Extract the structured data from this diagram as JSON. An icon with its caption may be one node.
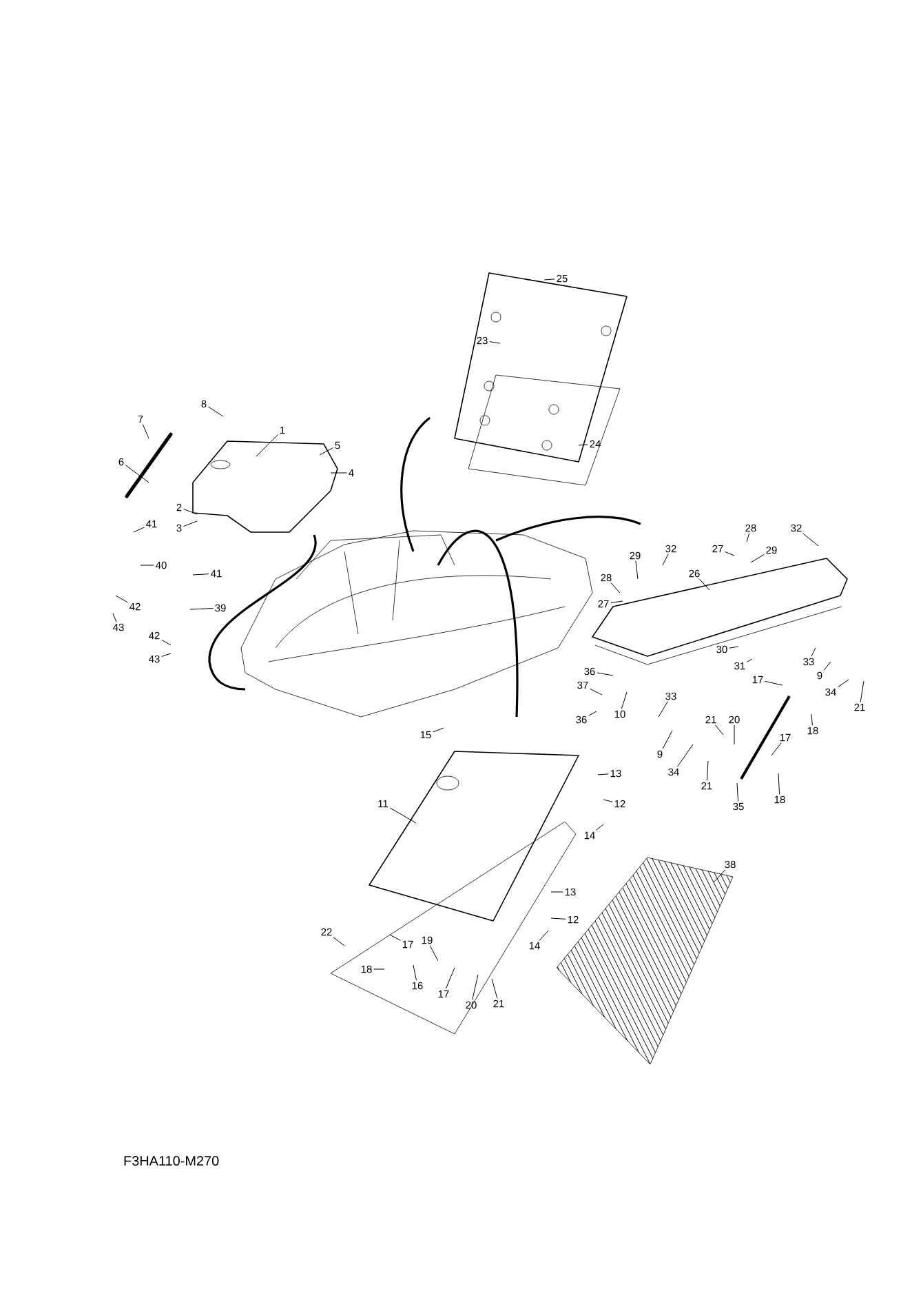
{
  "diagram": {
    "nodes": [
      {
        "text": [
          "1"
        ]
      },
      {
        "text": [
          "2"
        ]
      },
      {
        "text": [
          "3"
        ]
      },
      {
        "text": [
          "4"
        ]
      },
      {
        "text": [
          "5"
        ]
      },
      {
        "text": [
          "6"
        ]
      },
      {
        "text": [
          "7"
        ]
      },
      {
        "text": [
          "8"
        ]
      },
      {
        "text": [
          "41"
        ]
      },
      {
        "text": [
          "40"
        ]
      },
      {
        "text": [
          "41"
        ]
      },
      {
        "text": [
          "39"
        ]
      },
      {
        "text": [
          "42"
        ]
      },
      {
        "text": [
          "43"
        ]
      },
      {
        "text": [
          "42"
        ]
      },
      {
        "text": [
          "43"
        ]
      },
      {
        "text": [
          "25"
        ]
      },
      {
        "text": [
          "23"
        ]
      },
      {
        "text": [
          "24"
        ]
      },
      {
        "text": [
          "28"
        ]
      },
      {
        "text": [
          "27"
        ]
      },
      {
        "text": [
          "29"
        ]
      },
      {
        "text": [
          "32"
        ]
      },
      {
        "text": [
          "29"
        ]
      },
      {
        "text": [
          "28"
        ]
      },
      {
        "text": [
          "27"
        ]
      },
      {
        "text": [
          "32"
        ]
      },
      {
        "text": [
          "26"
        ]
      },
      {
        "text": [
          "30"
        ]
      },
      {
        "text": [
          "31"
        ]
      },
      {
        "text": [
          "33"
        ]
      },
      {
        "text": [
          "9"
        ]
      },
      {
        "text": [
          "34"
        ]
      },
      {
        "text": [
          "21"
        ]
      },
      {
        "text": [
          "36"
        ]
      },
      {
        "text": [
          "37"
        ]
      },
      {
        "text": [
          "10"
        ]
      },
      {
        "text": [
          "36"
        ]
      },
      {
        "text": [
          "33"
        ]
      },
      {
        "text": [
          "17"
        ]
      },
      {
        "text": [
          "18"
        ]
      },
      {
        "text": [
          "9"
        ]
      },
      {
        "text": [
          "34"
        ]
      },
      {
        "text": [
          "21"
        ]
      },
      {
        "text": [
          "21"
        ]
      },
      {
        "text": [
          "20"
        ]
      },
      {
        "text": [
          "17"
        ]
      },
      {
        "text": [
          "18"
        ]
      },
      {
        "text": [
          "35"
        ]
      },
      {
        "text": [
          "15"
        ]
      },
      {
        "text": [
          "11"
        ]
      },
      {
        "text": [
          "13"
        ]
      },
      {
        "text": [
          "12"
        ]
      },
      {
        "text": [
          "14"
        ]
      },
      {
        "text": [
          "13"
        ]
      },
      {
        "text": [
          "12"
        ]
      },
      {
        "text": [
          "38"
        ]
      },
      {
        "text": [
          "14"
        ]
      },
      {
        "text": [
          "22"
        ]
      },
      {
        "text": [
          "17"
        ]
      },
      {
        "text": [
          "19"
        ]
      },
      {
        "text": [
          "18"
        ]
      },
      {
        "text": [
          "16"
        ]
      },
      {
        "text": [
          "17"
        ]
      },
      {
        "text": [
          "20"
        ]
      },
      {
        "text": [
          "21"
        ]
      }
    ],
    "edges": [
      {
        "from": 0,
        "to": null,
        "arrow": "none"
      },
      {
        "from": 1,
        "to": null,
        "arrow": "none"
      },
      {
        "from": 2,
        "to": null,
        "arrow": "none"
      },
      {
        "from": 3,
        "to": null,
        "arrow": "none"
      },
      {
        "from": 4,
        "to": null,
        "arrow": "none"
      },
      {
        "from": 5,
        "to": null,
        "arrow": "none"
      },
      {
        "from": 6,
        "to": null,
        "arrow": "none"
      },
      {
        "from": 7,
        "to": null,
        "arrow": "none"
      },
      {
        "from": 8,
        "to": null,
        "arrow": "none"
      },
      {
        "from": 9,
        "to": null,
        "arrow": "none"
      },
      {
        "from": 10,
        "to": null,
        "arrow": "none"
      },
      {
        "from": 11,
        "to": null,
        "arrow": "none"
      },
      {
        "from": 12,
        "to": null,
        "arrow": "none"
      },
      {
        "from": 13,
        "to": null,
        "arrow": "none"
      },
      {
        "from": 14,
        "to": null,
        "arrow": "none"
      },
      {
        "from": 15,
        "to": null,
        "arrow": "none"
      },
      {
        "from": 16,
        "to": null,
        "arrow": "none"
      },
      {
        "from": 17,
        "to": null,
        "arrow": "none"
      },
      {
        "from": 18,
        "to": null,
        "arrow": "none"
      },
      {
        "from": 19,
        "to": null,
        "arrow": "none"
      },
      {
        "from": 20,
        "to": null,
        "arrow": "none"
      },
      {
        "from": 21,
        "to": null,
        "arrow": "none"
      },
      {
        "from": 22,
        "to": null,
        "arrow": "none"
      },
      {
        "from": 23,
        "to": null,
        "arrow": "none"
      },
      {
        "from": 24,
        "to": null,
        "arrow": "none"
      },
      {
        "from": 25,
        "to": null,
        "arrow": "none"
      },
      {
        "from": 26,
        "to": null,
        "arrow": "none"
      },
      {
        "from": 27,
        "to": null,
        "arrow": "none"
      },
      {
        "from": 28,
        "to": null,
        "arrow": "none"
      },
      {
        "from": 29,
        "to": null,
        "arrow": "none"
      },
      {
        "from": 30,
        "to": null,
        "arrow": "none"
      },
      {
        "from": 31,
        "to": null,
        "arrow": "none"
      },
      {
        "from": 32,
        "to": null,
        "arrow": "none"
      },
      {
        "from": 33,
        "to": null,
        "arrow": "none"
      },
      {
        "from": 34,
        "to": null,
        "arrow": "none"
      },
      {
        "from": 35,
        "to": null,
        "arrow": "none"
      },
      {
        "from": 36,
        "to": null,
        "arrow": "none"
      },
      {
        "from": 37,
        "to": null,
        "arrow": "none"
      },
      {
        "from": 38,
        "to": null,
        "arrow": "none"
      },
      {
        "from": 39,
        "to": null,
        "arrow": "none"
      },
      {
        "from": 40,
        "to": null,
        "arrow": "none"
      },
      {
        "from": 41,
        "to": null,
        "arrow": "none"
      },
      {
        "from": 42,
        "to": null,
        "arrow": "none"
      },
      {
        "from": 43,
        "to": null,
        "arrow": "none"
      },
      {
        "from": 44,
        "to": null,
        "arrow": "none"
      },
      {
        "from": 45,
        "to": null,
        "arrow": "none"
      },
      {
        "from": 46,
        "to": null,
        "arrow": "none"
      },
      {
        "from": 47,
        "to": null,
        "arrow": "none"
      },
      {
        "from": 48,
        "to": null,
        "arrow": "none"
      },
      {
        "from": 49,
        "to": null,
        "arrow": "none"
      },
      {
        "from": 50,
        "to": null,
        "arrow": "none"
      },
      {
        "from": 51,
        "to": null,
        "arrow": "none"
      },
      {
        "from": 52,
        "to": null,
        "arrow": "none"
      },
      {
        "from": 53,
        "to": null,
        "arrow": "none"
      },
      {
        "from": 54,
        "to": null,
        "arrow": "none"
      },
      {
        "from": 55,
        "to": null,
        "arrow": "none"
      },
      {
        "from": 56,
        "to": null,
        "arrow": "none"
      },
      {
        "from": 57,
        "to": null,
        "arrow": "none"
      },
      {
        "from": 58,
        "to": null,
        "arrow": "none"
      },
      {
        "from": 59,
        "to": null,
        "arrow": "none"
      },
      {
        "from": 60,
        "to": null,
        "arrow": "none"
      },
      {
        "from": 61,
        "to": null,
        "arrow": "none"
      },
      {
        "from": 62,
        "to": null,
        "arrow": "none"
      },
      {
        "from": 63,
        "to": null,
        "arrow": "none"
      },
      {
        "from": 64,
        "to": null,
        "arrow": "none"
      },
      {
        "from": 65,
        "to": null,
        "arrow": "none"
      }
    ],
    "labels": [
      "F3HA110-M270"
    ]
  }
}
